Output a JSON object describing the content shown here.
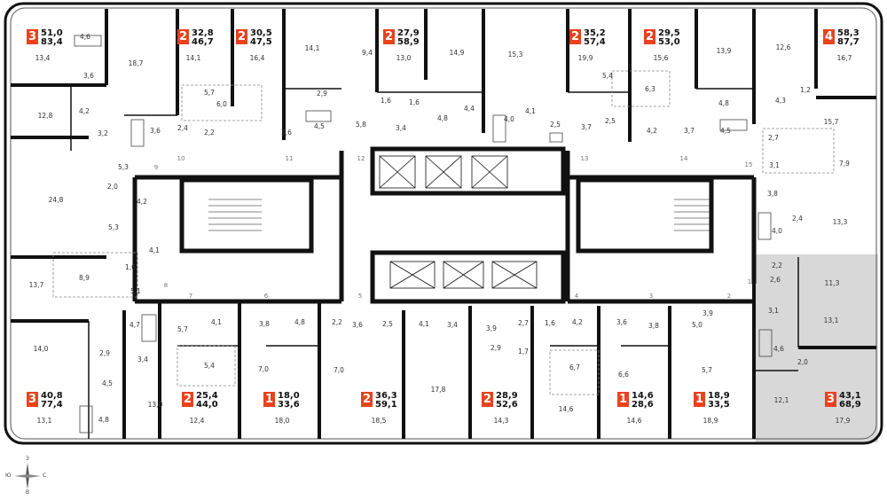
{
  "compass": {
    "north": "З",
    "south": "В",
    "west": "Ю",
    "east": "С"
  },
  "apartments": [
    {
      "rooms": "3",
      "a1": "51,0",
      "a2": "83,4",
      "living": "13,4"
    },
    {
      "rooms": "2",
      "a1": "32,8",
      "a2": "46,7",
      "living": "14,1"
    },
    {
      "rooms": "2",
      "a1": "30,5",
      "a2": "47,5",
      "living": "16,4"
    },
    {
      "rooms": "2",
      "a1": "27,9",
      "a2": "58,9",
      "living": "13,0"
    },
    {
      "rooms": "2",
      "a1": "35,2",
      "a2": "57,4",
      "living": "19,9"
    },
    {
      "rooms": "2",
      "a1": "29,5",
      "a2": "53,0",
      "living": "15,6"
    },
    {
      "rooms": "4",
      "a1": "58,3",
      "a2": "87,7",
      "living": "16,7"
    },
    {
      "rooms": "3",
      "a1": "40,8",
      "a2": "77,4",
      "living": "13,1"
    },
    {
      "rooms": "2",
      "a1": "25,4",
      "a2": "44,0",
      "living": "12,4"
    },
    {
      "rooms": "1",
      "a1": "18,0",
      "a2": "33,6",
      "living": "18,0"
    },
    {
      "rooms": "2",
      "a1": "36,3",
      "a2": "59,1",
      "living": "18,5"
    },
    {
      "rooms": "2",
      "a1": "28,9",
      "a2": "52,6",
      "living": "14,3"
    },
    {
      "rooms": "1",
      "a1": "14,6",
      "a2": "28,6",
      "living": "14,6"
    },
    {
      "rooms": "1",
      "a1": "18,9",
      "a2": "33,5",
      "living": "18,9"
    },
    {
      "rooms": "3",
      "a1": "43,1",
      "a2": "68,9",
      "living": "17,9"
    }
  ],
  "rooms": [
    "4,6",
    "18,7",
    "3,6",
    "12,8",
    "4,2",
    "3,2",
    "3,6",
    "2,4",
    "2,2",
    "5,7",
    "6,0",
    "14,1",
    "2,9",
    "3,6",
    "4,5",
    "9,4",
    "5,8",
    "1,6",
    "1,6",
    "3,4",
    "4,8",
    "14,9",
    "4,4",
    "15,3",
    "4,0",
    "4,1",
    "2,5",
    "3,7",
    "5,4",
    "6,3",
    "2,5",
    "4,2",
    "3,7",
    "13,9",
    "4,8",
    "4,5",
    "12,6",
    "1,2",
    "4,3",
    "15,7",
    "2,7",
    "3,1",
    "7,9",
    "3,8",
    "2,4",
    "13,3",
    "4,0",
    "24,8",
    "2,0",
    "4,2",
    "5,3",
    "5,3",
    "4,1",
    "8,9",
    "1,6",
    "13,7",
    "5,1",
    "2,2",
    "2,6",
    "11,3",
    "3,1",
    "13,1",
    "4,6",
    "2,0",
    "12,1",
    "14,0",
    "4,7",
    "2,9",
    "4,5",
    "4,8",
    "3,4",
    "13,0",
    "5,7",
    "4,1",
    "5,4",
    "3,8",
    "7,0",
    "4,8",
    "2,2",
    "7,0",
    "3,6",
    "2,5",
    "4,1",
    "3,4",
    "17,8",
    "3,9",
    "2,7",
    "1,6",
    "4,2",
    "2,9",
    "1,7",
    "6,7",
    "14,6",
    "3,6",
    "3,8",
    "6,6",
    "5,0",
    "3,9",
    "5,7"
  ],
  "stairs": [
    "9",
    "10",
    "11",
    "12",
    "13",
    "14",
    "15",
    "8",
    "7",
    "6",
    "5",
    "4",
    "3",
    "2",
    "1"
  ]
}
